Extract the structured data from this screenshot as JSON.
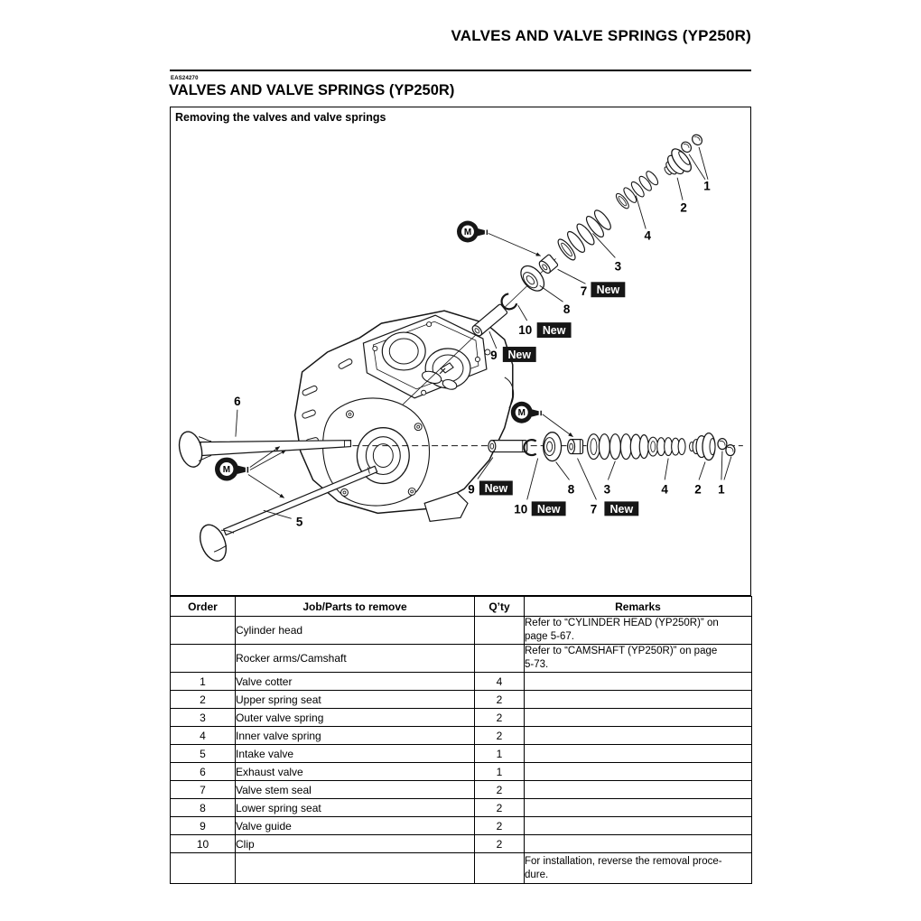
{
  "header": {
    "running_title": "VALVES AND VALVE SPRINGS (YP250R)",
    "section_code": "EAS24270",
    "section_title": "VALVES AND VALVE SPRINGS (YP250R)"
  },
  "figure": {
    "caption": "Removing the valves and valve springs",
    "tags": {
      "new": "New",
      "m": "M"
    },
    "callouts": {
      "c1": "1",
      "c2": "2",
      "c3": "3",
      "c4": "4",
      "c5": "5",
      "c6": "6",
      "c7": "7",
      "c8": "8",
      "c9": "9",
      "c10": "10"
    }
  },
  "table": {
    "headers": {
      "order": "Order",
      "job": "Job/Parts to remove",
      "qty": "Q’ty",
      "remarks": "Remarks"
    },
    "rows": [
      {
        "order": "",
        "job": "Cylinder head",
        "qty": "",
        "remarks": "Refer to “CYLINDER HEAD (YP250R)” on\npage 5-67."
      },
      {
        "order": "",
        "job": "Rocker arms/Camshaft",
        "qty": "",
        "remarks": "Refer to “CAMSHAFT (YP250R)” on page\n5-73."
      },
      {
        "order": "1",
        "job": "Valve cotter",
        "qty": "4",
        "remarks": ""
      },
      {
        "order": "2",
        "job": "Upper spring seat",
        "qty": "2",
        "remarks": ""
      },
      {
        "order": "3",
        "job": "Outer valve spring",
        "qty": "2",
        "remarks": ""
      },
      {
        "order": "4",
        "job": "Inner valve spring",
        "qty": "2",
        "remarks": ""
      },
      {
        "order": "5",
        "job": "Intake valve",
        "qty": "1",
        "remarks": ""
      },
      {
        "order": "6",
        "job": "Exhaust valve",
        "qty": "1",
        "remarks": ""
      },
      {
        "order": "7",
        "job": "Valve stem seal",
        "qty": "2",
        "remarks": ""
      },
      {
        "order": "8",
        "job": "Lower spring seat",
        "qty": "2",
        "remarks": ""
      },
      {
        "order": "9",
        "job": "Valve guide",
        "qty": "2",
        "remarks": ""
      },
      {
        "order": "10",
        "job": "Clip",
        "qty": "2",
        "remarks": ""
      },
      {
        "order": "",
        "job": "",
        "qty": "",
        "remarks": "For installation, reverse the removal proce-\ndure."
      }
    ]
  }
}
